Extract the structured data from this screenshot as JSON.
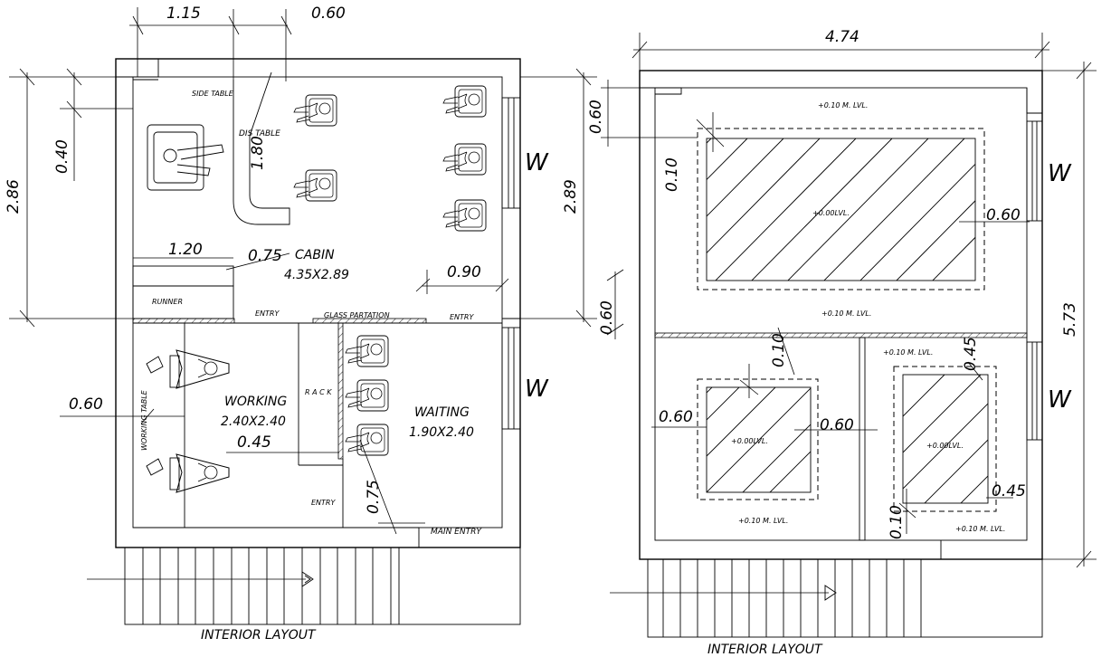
{
  "left_plan": {
    "title": "INTERIOR LAYOUT",
    "top_dims": [
      "1.15",
      "0.60"
    ],
    "left_dims": [
      "2.86",
      "0.40"
    ],
    "right_dim": "2.89",
    "side_table": "SIDE TABLE",
    "dis_table": "DIS TABLE",
    "dis_table_dim": "1.80",
    "cabin_name": "CABIN",
    "cabin_size": "4.35X2.89",
    "dim_120": "1.20",
    "dim_075a": "0.75",
    "dim_090": "0.90",
    "runner": "RUNNER",
    "entry1": "ENTRY",
    "glass_partition": "GLASS PARTATION",
    "entry2": "ENTRY",
    "entry3": "ENTRY",
    "dim_060_right": "0.60",
    "dim_060_left": "0.60",
    "working_table": "WORKING TABLE",
    "working_name": "WORKING",
    "working_size": "2.40X2.40",
    "dim_045": "0.45",
    "rack": "R A C K",
    "waiting_name": "WAITING",
    "waiting_size": "1.90X2.40",
    "dim_075b": "0.75",
    "main_entry": "MAIN ENTRY",
    "window_top": "W",
    "window_bottom": "W"
  },
  "right_plan": {
    "title": "INTERIOR LAYOUT",
    "top_dim": "4.74",
    "left_dim_060": "0.60",
    "right_dim": "5.73",
    "lvl_top": "+0.10 M. LVL.",
    "dim_010_a": "0.10",
    "pit1": "+0.00LVL.",
    "dim_060_a": "0.60",
    "lvl_mid": "+0.10 M. LVL.",
    "dim_010_b": "0.10",
    "lvl_right_top": "+0.10 M. LVL.",
    "dim_045_a": "0.45",
    "dim_060_b": "0.60",
    "pit2": "+0.00LVL.",
    "dim_060_c": "0.60",
    "pit3": "+0.00LVL.",
    "dim_045_b": "0.45",
    "lvl_bot_left": "+0.10 M. LVL.",
    "dim_010_c": "0.10",
    "lvl_bot_right": "+0.10 M. LVL.",
    "window_top": "W",
    "window_bottom": "W"
  }
}
